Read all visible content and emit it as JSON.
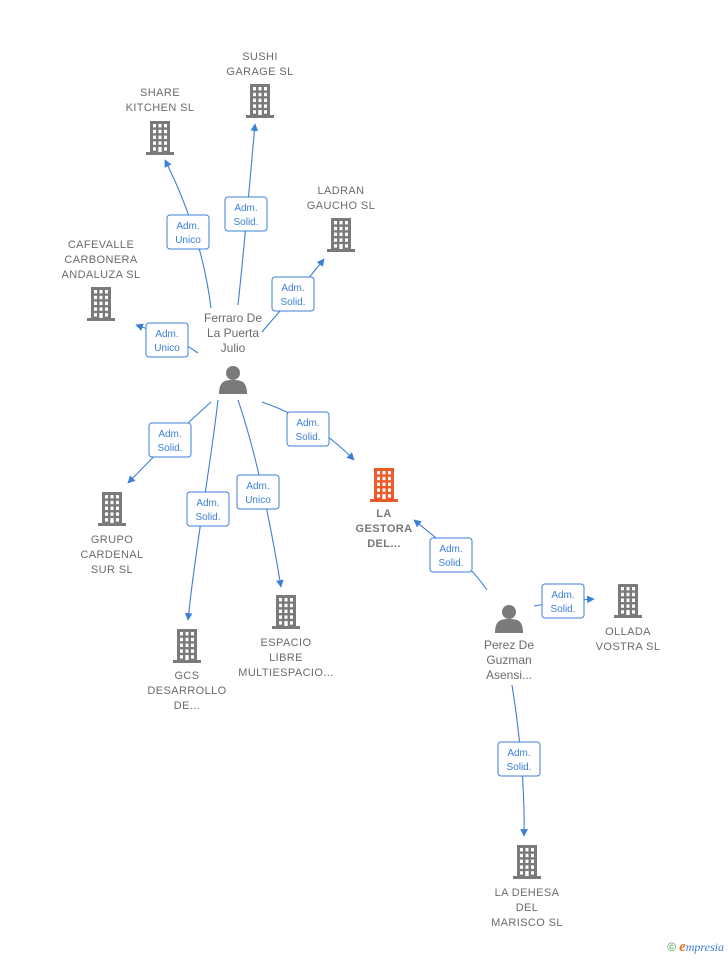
{
  "colors": {
    "edge": "#3b7fd6",
    "company": "#7a7a7a",
    "highlight": "#f05a28",
    "person": "#7a7a7a",
    "label": "#6b6b6b"
  },
  "nodes": [
    {
      "id": "sushi",
      "type": "company",
      "label": [
        "SUSHI",
        "GARAGE  SL"
      ]
    },
    {
      "id": "share",
      "type": "company",
      "label": [
        "SHARE",
        "KITCHEN  SL"
      ]
    },
    {
      "id": "ladran",
      "type": "company",
      "label": [
        "LADRAN",
        "GAUCHO  SL"
      ]
    },
    {
      "id": "cafevalle",
      "type": "company",
      "label": [
        "CAFEVALLE",
        "CARBONERA",
        "ANDALUZA  SL"
      ]
    },
    {
      "id": "ferraro",
      "type": "person",
      "label": [
        "Ferraro De",
        "La Puerta",
        "Julio"
      ]
    },
    {
      "id": "gestora",
      "type": "company-main",
      "label": [
        "LA",
        "GESTORA",
        "DEL..."
      ]
    },
    {
      "id": "grupo",
      "type": "company",
      "label": [
        "GRUPO",
        "CARDENAL",
        "SUR  SL"
      ]
    },
    {
      "id": "gcs",
      "type": "company",
      "label": [
        "GCS",
        "DESARROLLO",
        "DE..."
      ]
    },
    {
      "id": "espacio",
      "type": "company",
      "label": [
        "ESPACIO",
        "LIBRE",
        "MULTIESPACIO..."
      ]
    },
    {
      "id": "perez",
      "type": "person",
      "label": [
        "Perez De",
        "Guzman",
        "Asensi..."
      ]
    },
    {
      "id": "ollada",
      "type": "company",
      "label": [
        "OLLADA",
        "VOSTRA  SL"
      ]
    },
    {
      "id": "dehesa",
      "type": "company",
      "label": [
        "LA DEHESA",
        "DEL",
        "MARISCO  SL"
      ]
    }
  ],
  "edges": [
    {
      "from": "ferraro",
      "to": "sushi",
      "label": [
        "Adm.",
        "Solid."
      ]
    },
    {
      "from": "ferraro",
      "to": "share",
      "label": [
        "Adm.",
        "Unico"
      ]
    },
    {
      "from": "ferraro",
      "to": "ladran",
      "label": [
        "Adm.",
        "Solid."
      ]
    },
    {
      "from": "ferraro",
      "to": "cafevalle",
      "label": [
        "Adm.",
        "Unico"
      ]
    },
    {
      "from": "ferraro",
      "to": "grupo",
      "label": [
        "Adm.",
        "Solid."
      ]
    },
    {
      "from": "ferraro",
      "to": "gcs",
      "label": [
        "Adm.",
        "Solid."
      ]
    },
    {
      "from": "ferraro",
      "to": "espacio",
      "label": [
        "Adm.",
        "Unico"
      ]
    },
    {
      "from": "ferraro",
      "to": "gestora",
      "label": [
        "Adm.",
        "Solid."
      ]
    },
    {
      "from": "perez",
      "to": "gestora",
      "label": [
        "Adm.",
        "Solid."
      ]
    },
    {
      "from": "perez",
      "to": "ollada",
      "label": [
        "Adm.",
        "Solid."
      ]
    },
    {
      "from": "perez",
      "to": "dehesa",
      "label": [
        "Adm.",
        "Solid."
      ]
    }
  ],
  "footer": {
    "copyright": "©",
    "brand_first": "e",
    "brand_rest": "mpresia"
  }
}
